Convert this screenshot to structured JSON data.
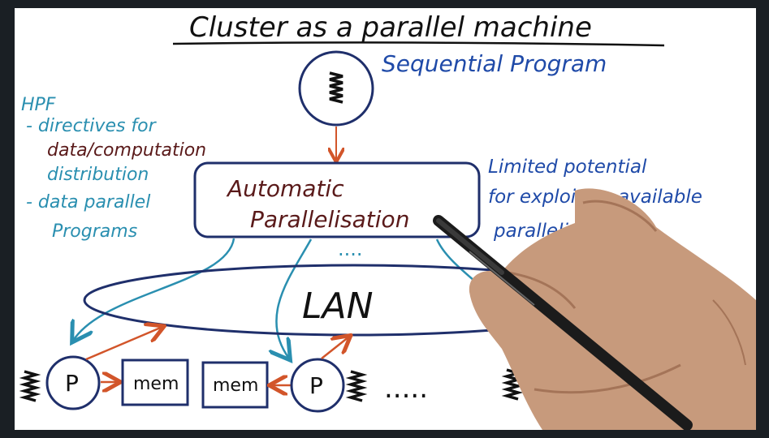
{
  "title": "Cluster as a parallel machine",
  "sequential_label": "Sequential Program",
  "hpf": {
    "heading": "HPF",
    "line1": "- directives for",
    "line2": "data/computation",
    "line3": "distribution",
    "line4": "- data parallel",
    "line5": "Programs"
  },
  "auto_box": {
    "line1": "Automatic",
    "line2": "Parallelisation"
  },
  "limited": {
    "line1": "Limited potential",
    "line2": "for exploiting available",
    "line3": "parallelism"
  },
  "lan_label": "LAN",
  "processor_label": "P",
  "mem_label": "mem",
  "dots_top": "....",
  "dots_bottom": ".....",
  "colors": {
    "navy": "#1f2f6b",
    "blue": "#1f4aa8",
    "teal": "#2a8fb0",
    "maroon": "#5a1a1a",
    "orange": "#d2552a",
    "black": "#111111"
  },
  "icons": [
    "program-squiggle-icon",
    "hand-with-pen-icon"
  ]
}
